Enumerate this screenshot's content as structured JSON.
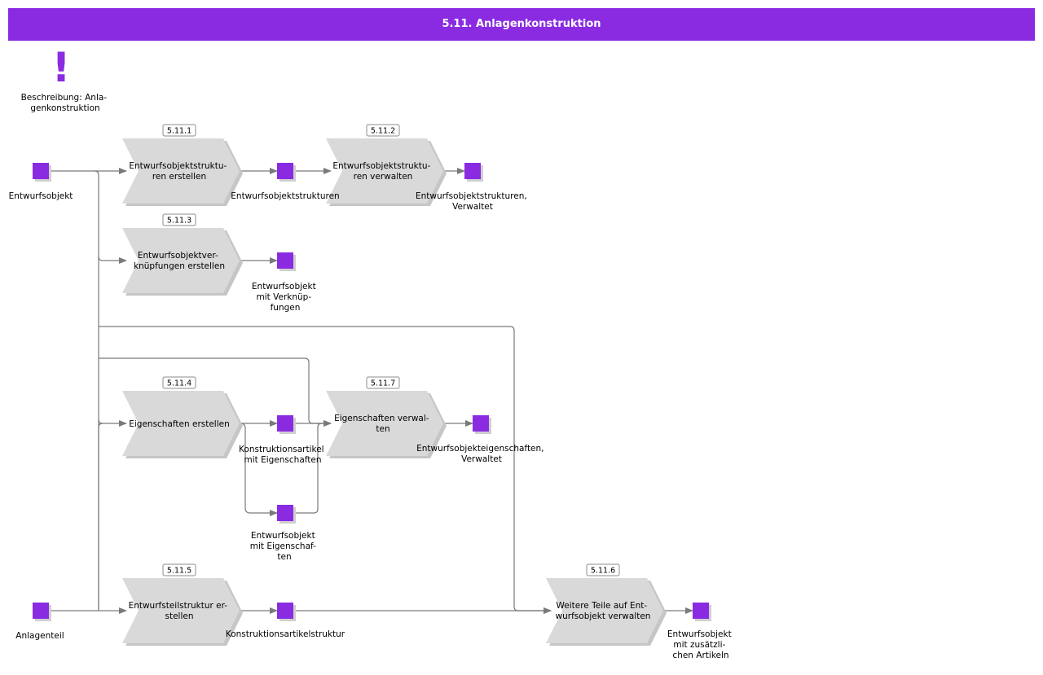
{
  "title": "5.11. Anlagenkonstruktion",
  "colors": {
    "accent": "#8a2be2",
    "process": "#d9d9d9",
    "connector": "#7a7a7a"
  },
  "description": {
    "icon": "exclamation-icon",
    "lines": [
      "Beschreibung: Anla-",
      "genkonstruktion"
    ]
  },
  "processes": {
    "p5111": {
      "tag": "5.11.1",
      "lines": [
        "Entwurfsobjektstruktu-",
        "ren erstellen"
      ]
    },
    "p5112": {
      "tag": "5.11.2",
      "lines": [
        "Entwurfsobjektstruktu-",
        "ren verwalten"
      ]
    },
    "p5113": {
      "tag": "5.11.3",
      "lines": [
        "Entwurfsobjektver-",
        "knüpfungen erstellen"
      ]
    },
    "p5114": {
      "tag": "5.11.4",
      "lines": [
        "Eigenschaften erstellen"
      ]
    },
    "p5117": {
      "tag": "5.11.7",
      "lines": [
        "Eigenschaften verwal-",
        "ten"
      ]
    },
    "p5115": {
      "tag": "5.11.5",
      "lines": [
        "Entwurfsteilstruktur er-",
        "stellen"
      ]
    },
    "p5116": {
      "tag": "5.11.6",
      "lines": [
        "Weitere Teile auf Ent-",
        "wurfsobjekt verwalten"
      ]
    }
  },
  "states": {
    "s_entwurfsobjekt": {
      "lines": [
        "Entwurfsobjekt"
      ]
    },
    "s_strukturen": {
      "lines": [
        "Entwurfsobjektstrukturen"
      ]
    },
    "s_strukturen_verwaltet": {
      "lines": [
        "Entwurfsobjektstrukturen,",
        "Verwaltet"
      ]
    },
    "s_verknuepfungen": {
      "lines": [
        "Entwurfsobjekt",
        "mit Verknüp-",
        "fungen"
      ]
    },
    "s_kart_eig": {
      "lines": [
        "Konstruktionsartikel",
        "mit Eigenschaften"
      ]
    },
    "s_eig_verwaltet": {
      "lines": [
        "Entwurfsobjekteigenschaften,",
        "Verwaltet"
      ]
    },
    "s_obj_eig": {
      "lines": [
        "Entwurfsobjekt",
        "mit Eigenschaf-",
        "ten"
      ]
    },
    "s_anlagenteil": {
      "lines": [
        "Anlagenteil"
      ]
    },
    "s_kart_struktur": {
      "lines": [
        "Konstruktionsartikelstruktur"
      ]
    },
    "s_zusaetzlich": {
      "lines": [
        "Entwurfsobjekt",
        "mit zusätzli-",
        "chen Artikeln"
      ]
    }
  }
}
